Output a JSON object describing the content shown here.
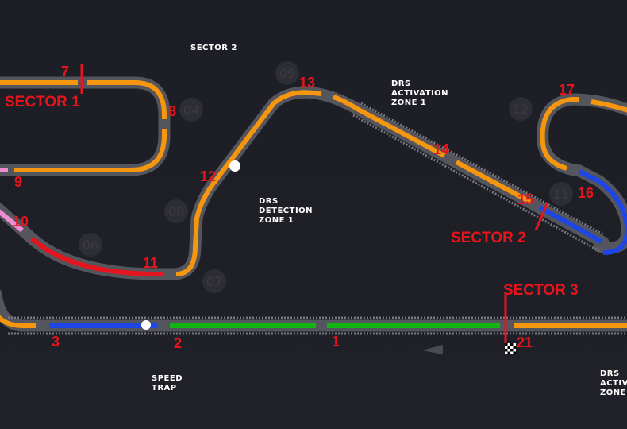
{
  "map": {
    "labels": {
      "sector2_top": "SECTOR 2",
      "drs_activation_1": [
        "DRS",
        "ACTIVATION",
        "ZONE 1"
      ],
      "drs_detection_1": [
        "DRS",
        "DETECTION",
        "ZONE 1"
      ],
      "speed_trap": [
        "SPEED",
        "TRAP"
      ],
      "drs_activation_right": [
        "DRS",
        "ACTIVE",
        "ZONE"
      ]
    },
    "sector_markers": {
      "sector1": "SECTOR 1",
      "sector2": "SECTOR 2",
      "sector3": "SECTOR 3"
    },
    "turn_numbers": {
      "t1": "1",
      "t2": "2",
      "t3": "3",
      "t7": "7",
      "t8": "8",
      "t9": "9",
      "t10": "10",
      "t11": "11",
      "t12": "12",
      "t13": "13",
      "t14": "14",
      "t15": "15",
      "t16": "16",
      "t17": "17",
      "t21": "21"
    },
    "marker_circles": {
      "c04": "04",
      "c06": "06",
      "c07": "07",
      "c08": "08",
      "c09": "09",
      "c11": "11",
      "c12": "12"
    },
    "colors": {
      "background": "#1e1f26",
      "track_base": "#55555d",
      "segment_orange": "#f5960e",
      "segment_green": "#14b414",
      "segment_blue": "#1e46e6",
      "segment_red": "#e6141e",
      "segment_pink": "#f08cd2",
      "labels_red": "#e8141b",
      "labels_white": "#ffffff"
    }
  }
}
